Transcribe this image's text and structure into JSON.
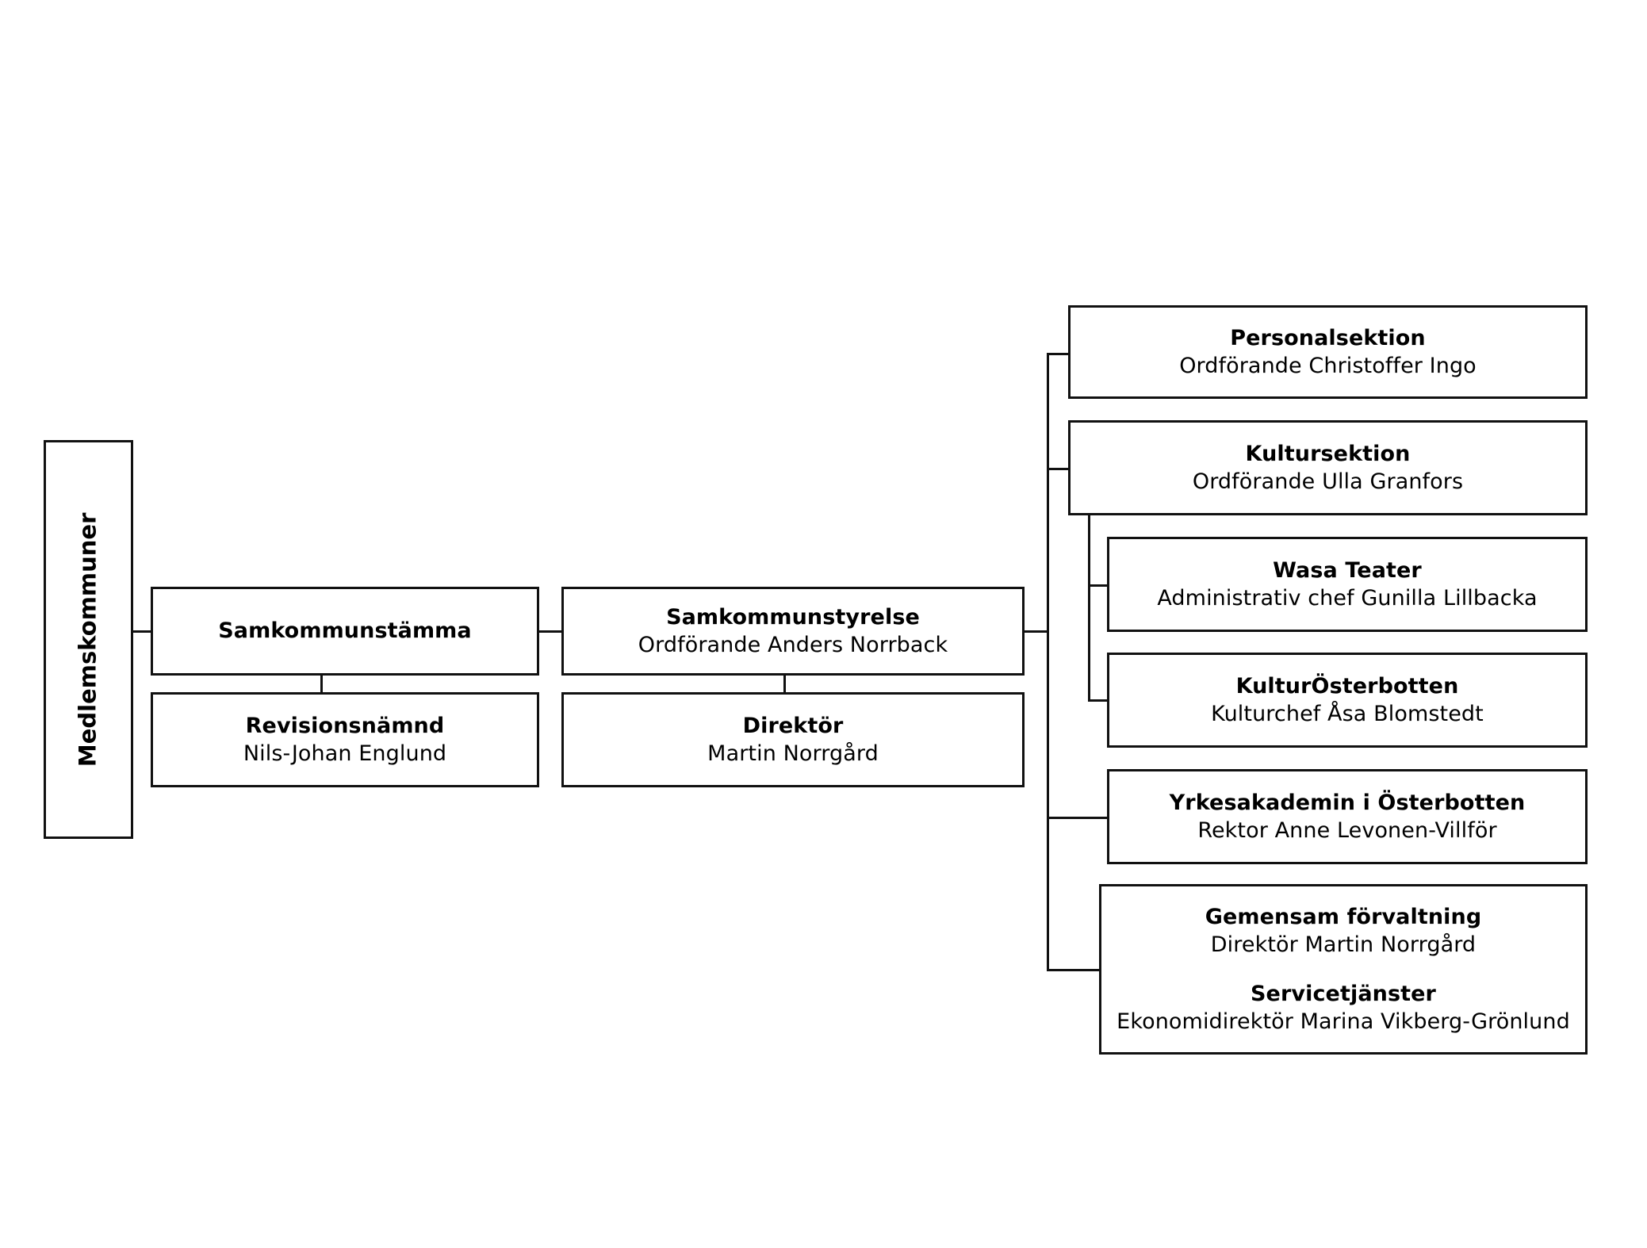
{
  "chart_title": "",
  "colors": {
    "line": "#111111",
    "box_fill": "#ffffff",
    "text": "#000000",
    "background": "#ffffff"
  },
  "org_chart": {
    "type": "diagram",
    "orientation": "left-to-right",
    "nodes": {
      "medlemskommuner": {
        "label": "Medlemskommuner",
        "rotated": true
      },
      "samkommunstamma": {
        "title": "Samkommunstämma",
        "subtitle": ""
      },
      "revisionsnamnd": {
        "title": "Revisionsnämnd",
        "subtitle": "Nils-Johan Englund"
      },
      "samkommunstyrelse": {
        "title": "Samkommunstyrelse",
        "subtitle": "Ordförande Anders Norrback"
      },
      "direktor": {
        "title": "Direktör",
        "subtitle": "Martin Norrgård"
      },
      "personalsektion": {
        "title": "Personalsektion",
        "subtitle": "Ordförande Christoffer Ingo"
      },
      "kultursektion": {
        "title": "Kultursektion",
        "subtitle": "Ordförande Ulla Granfors"
      },
      "wasa_teater": {
        "title": "Wasa Teater",
        "subtitle": "Administrativ chef Gunilla Lillbacka"
      },
      "kulturosterbotten": {
        "title": "KulturÖsterbotten",
        "subtitle": "Kulturchef Åsa Blomstedt"
      },
      "yrkesakademin": {
        "title": "Yrkesakademin i Österbotten",
        "subtitle": "Rektor Anne Levonen-Villför"
      },
      "gemensam_forvaltning": {
        "title": "Gemensam förvaltning",
        "subtitle": "Direktör Martin Norrgård",
        "title2": "Servicetjänster",
        "subtitle2": "Ekonomidirektör Marina Vikberg-Grönlund"
      }
    }
  }
}
